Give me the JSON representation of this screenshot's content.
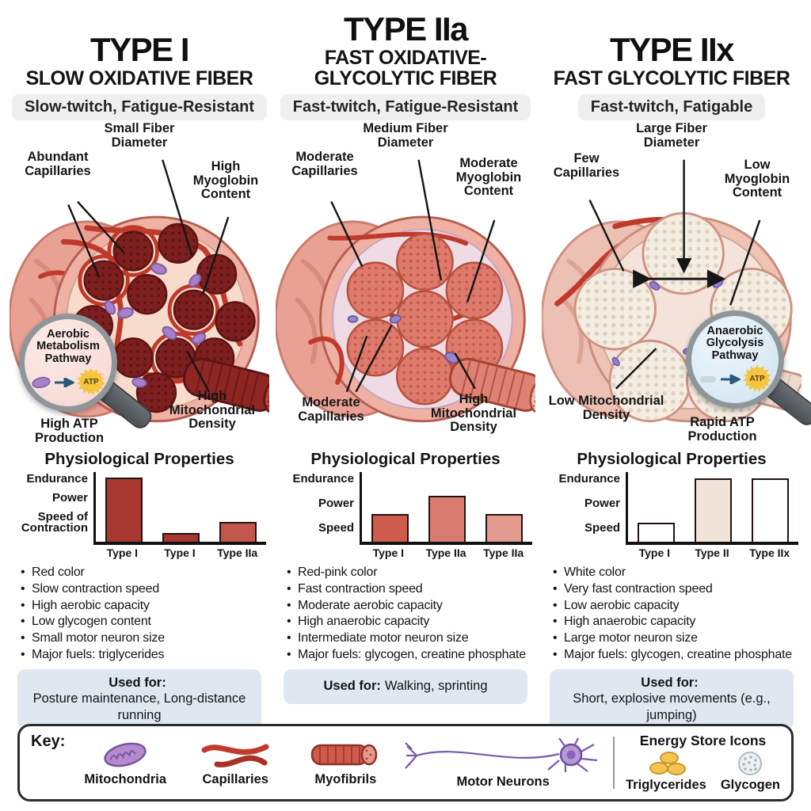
{
  "colors": {
    "dark_red": "#8e2723",
    "salmon": "#e9a194",
    "pale_fiber": "#f4ede1",
    "purple": "#a87fc9",
    "gray_box": "#efefef",
    "usedfor_box": "#dfe8f0",
    "lens_pink": "#f5d5d0",
    "lens_blue": "#cfe3f1",
    "atp_yellow": "#f5c541",
    "capillary_red": "#bf3a2b"
  },
  "columns": [
    {
      "title": "TYPE I",
      "subtitle": "SLOW OXIDATIVE FIBER",
      "tagline": "Slow-twitch, Fatigue-Resistant",
      "labels": {
        "fiber_diameter": "Small Fiber Diameter",
        "capillaries": "Abundant Capillaries",
        "myoglobin": "High Myoglobin Content",
        "mitochondria": "High Mitochondrial Density"
      },
      "magnifier": {
        "line1": "Aerobic",
        "line2": "Metabolism",
        "line3": "Pathway",
        "atp": "ATP",
        "caption": "High ATP Production"
      },
      "chart": {
        "title": "Physiological Properties",
        "ylabels": [
          "Endurance",
          "Power",
          "Speed of Contraction"
        ],
        "categories": [
          "Type I",
          "Type I",
          "Type IIa"
        ],
        "values": [
          92,
          13,
          28
        ],
        "colors": [
          "#a63830",
          "#a63830",
          "#c3564b"
        ]
      },
      "bullets": [
        "Red color",
        "Slow contraction speed",
        "High aerobic capacity",
        "Low glycogen content",
        "Small motor neuron size",
        "Major fuels: triglycerides"
      ],
      "used_for_label": "Used for:",
      "used_for": "Posture maintenance, Long-distance running"
    },
    {
      "title": "TYPE IIa",
      "subtitle": "FAST OXIDATIVE-GLYCOLYTIC FIBER",
      "tagline": "Fast-twitch, Fatigue-Resistant",
      "labels": {
        "fiber_diameter": "Medium Fiber Diameter",
        "capillaries": "Moderate Capillaries",
        "myoglobin": "Moderate Myoglobin Content",
        "capillaries_bottom": "Moderate Capillaries",
        "mitochondria": "High Mitochondrial Density"
      },
      "chart": {
        "title": "Physiological Properties",
        "ylabels": [
          "Endurance",
          "Power",
          "Speed"
        ],
        "categories": [
          "Type I",
          "Type IIa",
          "Type IIa"
        ],
        "values": [
          40,
          66,
          40
        ],
        "colors": [
          "#cd5b4e",
          "#d97c6f",
          "#e39a8f"
        ]
      },
      "bullets": [
        "Red-pink color",
        "Fast contraction speed",
        "Moderate aerobic capacity",
        "High anaerobic capacity",
        "Intermediate motor neuron size",
        "Major fuels: glycogen, creatine phosphate"
      ],
      "used_for_label": "Used for:",
      "used_for": "Walking, sprinting"
    },
    {
      "title": "TYPE IIx",
      "subtitle": "FAST GLYCOLYTIC FIBER",
      "tagline": "Fast-twitch, Fatigable",
      "labels": {
        "fiber_diameter": "Large Fiber Diameter",
        "capillaries": "Few Capillaries",
        "myoglobin": "Low Myoglobin Content",
        "mitochondria": "Low Mitochondrial Density"
      },
      "magnifier": {
        "line1": "Anaerobic",
        "line2": "Glycolysis",
        "line3": "Pathway",
        "atp": "ATP",
        "caption": "Rapid ATP Production"
      },
      "chart": {
        "title": "Physiological Properties",
        "ylabels": [
          "Endurance",
          "Power",
          "Speed"
        ],
        "categories": [
          "Type I",
          "Type II",
          "Type IIx"
        ],
        "values": [
          27,
          91,
          91
        ],
        "colors": [
          "#ffffff",
          "#f0e3d7",
          "#ffffff"
        ]
      },
      "bullets": [
        "White color",
        "Very fast contraction speed",
        "Low aerobic capacity",
        "High anaerobic capacity",
        "Large motor neuron size",
        "Major fuels: glycogen, creatine phosphate"
      ],
      "used_for_label": "Used for:",
      "used_for": "Short, explosive movements (e.g., jumping)"
    }
  ],
  "key": {
    "title": "Key:",
    "items": [
      {
        "label": "Mitochondria"
      },
      {
        "label": "Capillaries"
      },
      {
        "label": "Myofibrils"
      },
      {
        "label": "Motor Neurons"
      }
    ],
    "energy": {
      "title": "Energy Store Icons",
      "items": [
        {
          "label": "Triglycerides"
        },
        {
          "label": "Glycogen"
        }
      ]
    }
  },
  "chart_data": [
    {
      "type": "bar",
      "title": "Physiological Properties (Type I)",
      "categories": [
        "Type I",
        "Type I",
        "Type IIa"
      ],
      "values": [
        92,
        13,
        28
      ],
      "ylabels": [
        "Endurance",
        "Power",
        "Speed of Contraction"
      ],
      "ylim": [
        0,
        100
      ],
      "grid": false
    },
    {
      "type": "bar",
      "title": "Physiological Properties (Type IIa)",
      "categories": [
        "Type I",
        "Type IIa",
        "Type IIa"
      ],
      "values": [
        40,
        66,
        40
      ],
      "ylabels": [
        "Endurance",
        "Power",
        "Speed"
      ],
      "ylim": [
        0,
        100
      ],
      "grid": false
    },
    {
      "type": "bar",
      "title": "Physiological Properties (Type IIx)",
      "categories": [
        "Type I",
        "Type II",
        "Type IIx"
      ],
      "values": [
        27,
        91,
        91
      ],
      "ylabels": [
        "Endurance",
        "Power",
        "Speed"
      ],
      "ylim": [
        0,
        100
      ],
      "grid": false
    }
  ]
}
